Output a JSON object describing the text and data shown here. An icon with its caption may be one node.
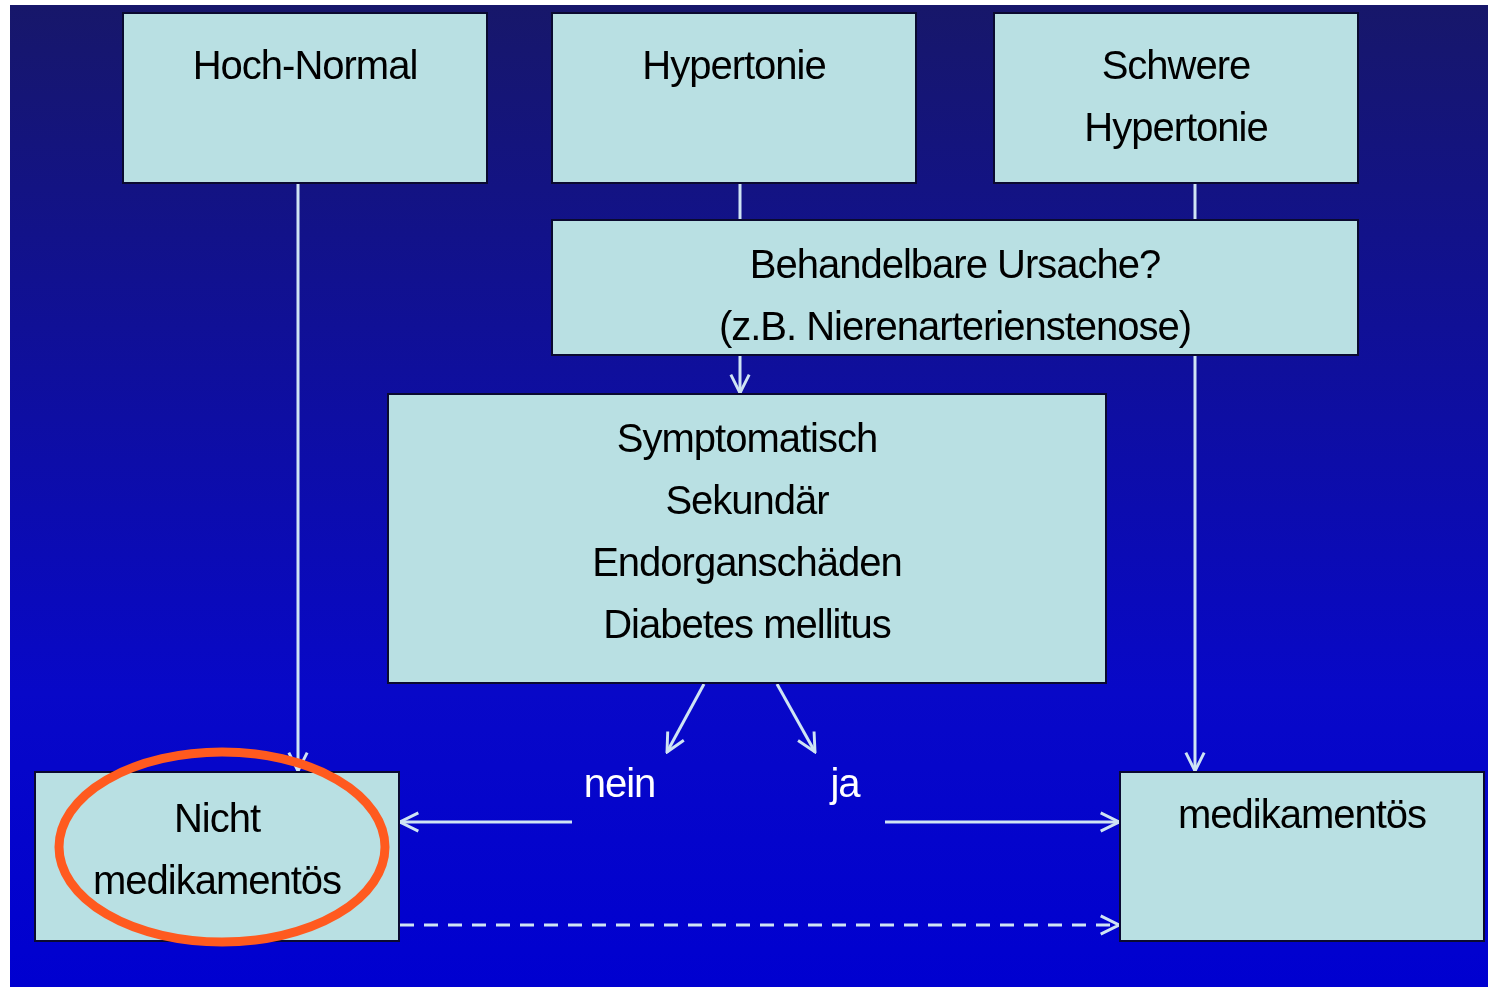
{
  "diagram": {
    "nodes": [
      {
        "text": [
          "Hoch-Normal"
        ]
      },
      {
        "text": [
          "Hypertonie"
        ]
      },
      {
        "text": [
          "Schwere Hypertonie"
        ]
      },
      {
        "text": [
          "Behandelbare Ursache?",
          "(z.B. Nierenarterienstenose)"
        ]
      },
      {
        "text": [
          "Symptomatisch",
          "Sekundär",
          "Endorganschäden",
          "Diabetes mellitus"
        ]
      },
      {
        "text": [
          "nein"
        ]
      },
      {
        "text": [
          "ja"
        ]
      },
      {
        "text": [
          "Nicht medikamentös"
        ]
      },
      {
        "text": [
          "medikamentös"
        ]
      }
    ],
    "edges": [
      {
        "from": 0,
        "to": 7,
        "arrow": "to"
      },
      {
        "from": 1,
        "to": 3,
        "arrow": "none"
      },
      {
        "from": 2,
        "to": 3,
        "arrow": "none"
      },
      {
        "from": 3,
        "to": 4,
        "arrow": "to"
      },
      {
        "from": 3,
        "to": 8,
        "arrow": "to"
      },
      {
        "from": 4,
        "to": 5,
        "arrow": "to"
      },
      {
        "from": 4,
        "to": 6,
        "arrow": "to"
      },
      {
        "from": 5,
        "to": 7,
        "arrow": "to"
      },
      {
        "from": 6,
        "to": 8,
        "arrow": "to"
      },
      {
        "from": 7,
        "to": 8,
        "arrow": "to",
        "style": "dashed"
      }
    ]
  }
}
